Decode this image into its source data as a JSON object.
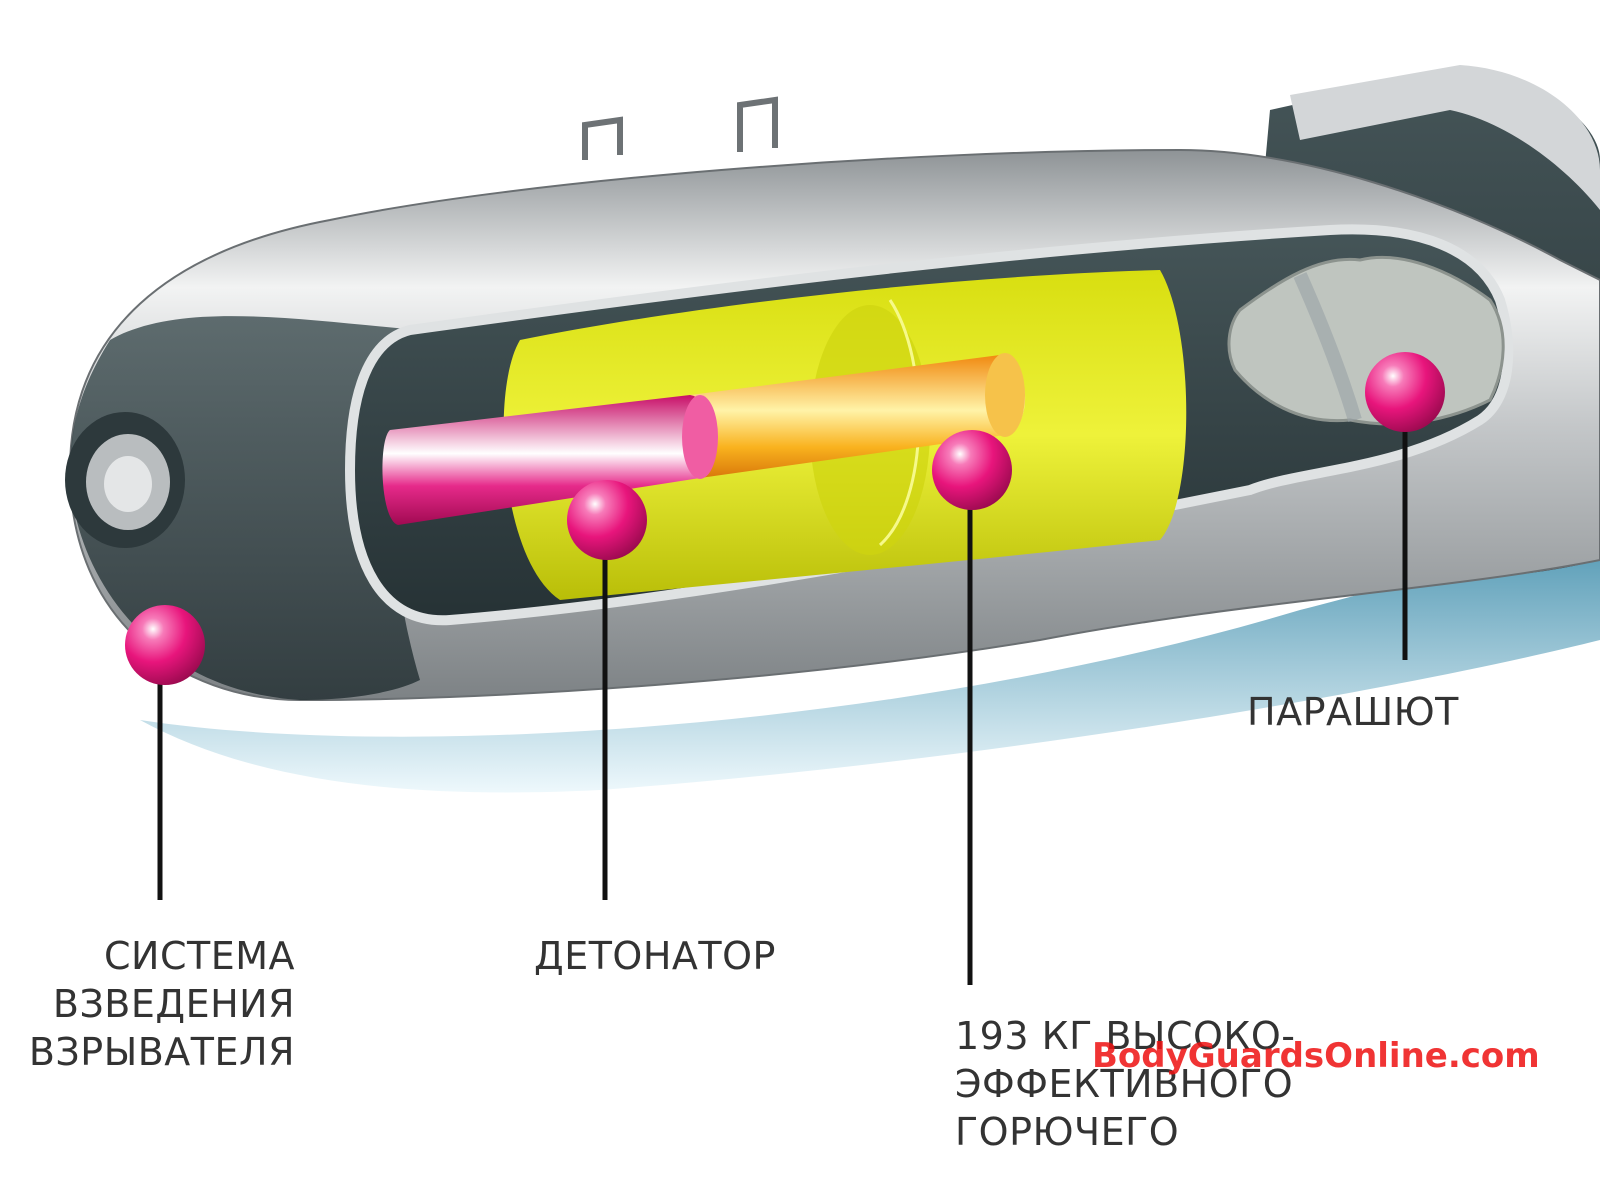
{
  "labels": {
    "fuze": [
      "СИСТЕМА",
      "ВЗВЕДЕНИЯ",
      "ВЗРЫВАТЕЛЯ"
    ],
    "detonator": [
      "ДЕТОНАТОР"
    ],
    "fuel": [
      "193 КГ ВЫСОКО-",
      "ЭФФЕКТИВНОГО",
      "ГОРЮЧЕГО"
    ],
    "parachute": [
      "ПАРАШЮТ"
    ]
  },
  "watermark": "BodyGuardsOnline.com",
  "colors": {
    "marker": "#e8157c",
    "casing": "#cfd2d4",
    "interior": "#37474a",
    "fuel_charge": "#e6ec1c",
    "booster": "#f7a21b",
    "detonator": "#e2137a",
    "shadow": "#1f9bc6"
  }
}
